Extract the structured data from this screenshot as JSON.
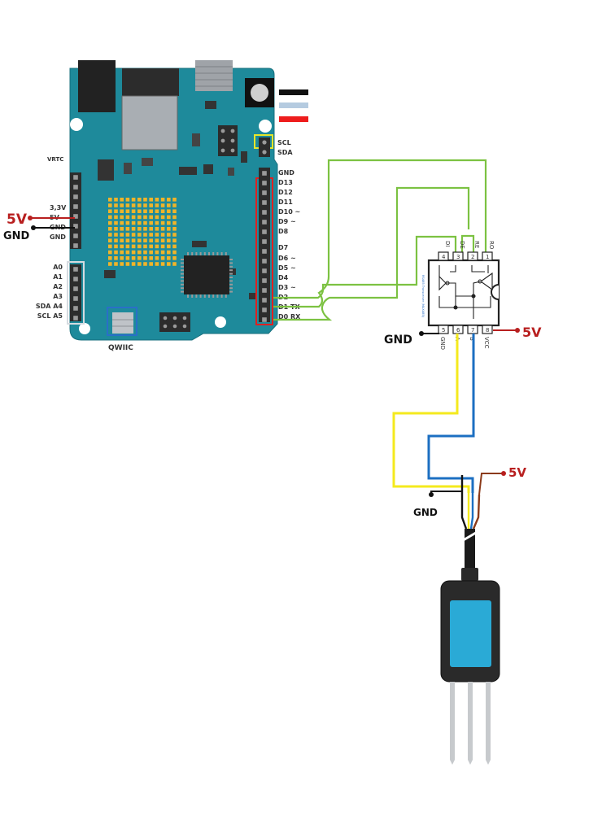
{
  "arduino": {
    "vrtc_label": "VRTC",
    "power_pins": [
      "3,3V",
      "5V",
      "GND",
      "GND"
    ],
    "analog_pins": [
      "A0",
      "A1",
      "A2",
      "A3",
      "SDA  A4",
      "SCL  A5"
    ],
    "i2c_pins": [
      "SCL",
      "SDA"
    ],
    "digital_pins": [
      "GND",
      "D13",
      "D12",
      "D11",
      "D10  ~",
      "D9  ~",
      "D8",
      "D7",
      "D6  ~",
      "D5  ~",
      "D4",
      "D3  ~",
      "D2",
      "D1 TX",
      "D0 RX"
    ],
    "qwiic_label": "QWIIC"
  },
  "max485": {
    "top_pins": [
      "DI",
      "DE",
      "RE",
      "RO"
    ],
    "top_pin_numbers": [
      "4",
      "3",
      "2",
      "1"
    ],
    "bottom_pins": [
      "GND",
      "A",
      "B",
      "VCC"
    ],
    "bottom_pin_numbers": [
      "5",
      "6",
      "7",
      "8"
    ],
    "side_text": "RS485 Transceiver (MAX485)"
  },
  "annotations": {
    "left_5v": "5V",
    "left_gnd": "GND",
    "chip_gnd": "GND",
    "chip_5v": "5V",
    "sensor_5v": "5V",
    "sensor_gnd": "GND"
  },
  "colors": {
    "board": "#1e8a9b",
    "wire_green": "#7cc242",
    "wire_yellow": "#f4ea1e",
    "wire_blue": "#1c6fc2",
    "wire_brown": "#8b3a1a",
    "annot_red": "#b81f1f",
    "sensor_screen": "#2aaad6"
  }
}
